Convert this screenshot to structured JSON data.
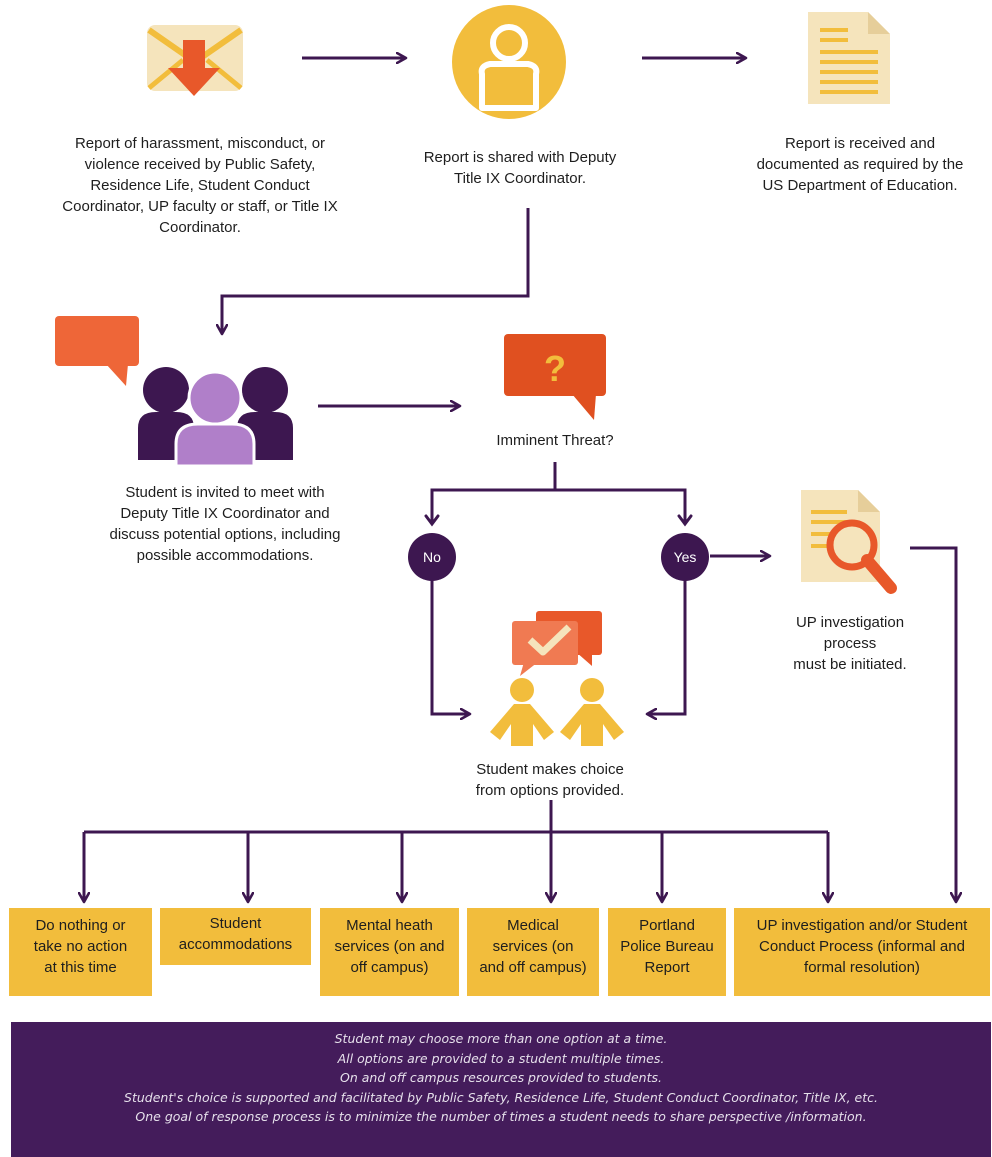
{
  "steps": {
    "report": "Report of harassment, misconduct, or\nviolence received by Public Safety,\nResidence Life, Student Conduct\nCoordinator, UP faculty or staff, or Title IX\nCoordinator.",
    "shared": "Report is shared with Deputy\nTitle IX Coordinator.",
    "documented": "Report is received and\ndocumented as required by the\nUS Department of Education.",
    "meet": "Student is invited to meet with\nDeputy Title IX Coordinator and\ndiscuss potential options, including\npossible accommodations.",
    "threat": "Imminent Threat?",
    "investigation": "UP investigation\nprocess\nmust be initiated.",
    "choice": "Student makes choice\nfrom options provided."
  },
  "decision": {
    "no": "No",
    "yes": "Yes"
  },
  "options": [
    "Do nothing or\ntake no action\nat this time",
    "Student\naccommodations",
    "Mental heath\nservices (on and\noff campus)",
    "Medical\nservices (on\nand off campus)",
    "Portland\nPolice Bureau\nReport",
    "UP investigation and/or Student\nConduct Process (informal and\nformal resolution)"
  ],
  "footer_lines": [
    "Student may choose more than one option at a time.",
    "All options are provided to a student multiple times.",
    "On and off campus resources provided to students.",
    "Student's choice is supported and facilitated by Public Safety, Residence Life, Student Conduct Coordinator, Title IX, etc.",
    "One goal of response process is to minimize the number of times a student needs to share perspective /information."
  ],
  "icons": [
    "envelope-icon",
    "person-icon",
    "document-icon",
    "speech-bubble-icon",
    "group-icon",
    "question-bubble-icon",
    "document-search-icon",
    "chat-check-icon",
    "two-people-icon"
  ],
  "colors": {
    "purple": "#441c5b",
    "gold": "#f2bd3c",
    "orange": "#e8582a",
    "cream": "#f5e4bc"
  }
}
